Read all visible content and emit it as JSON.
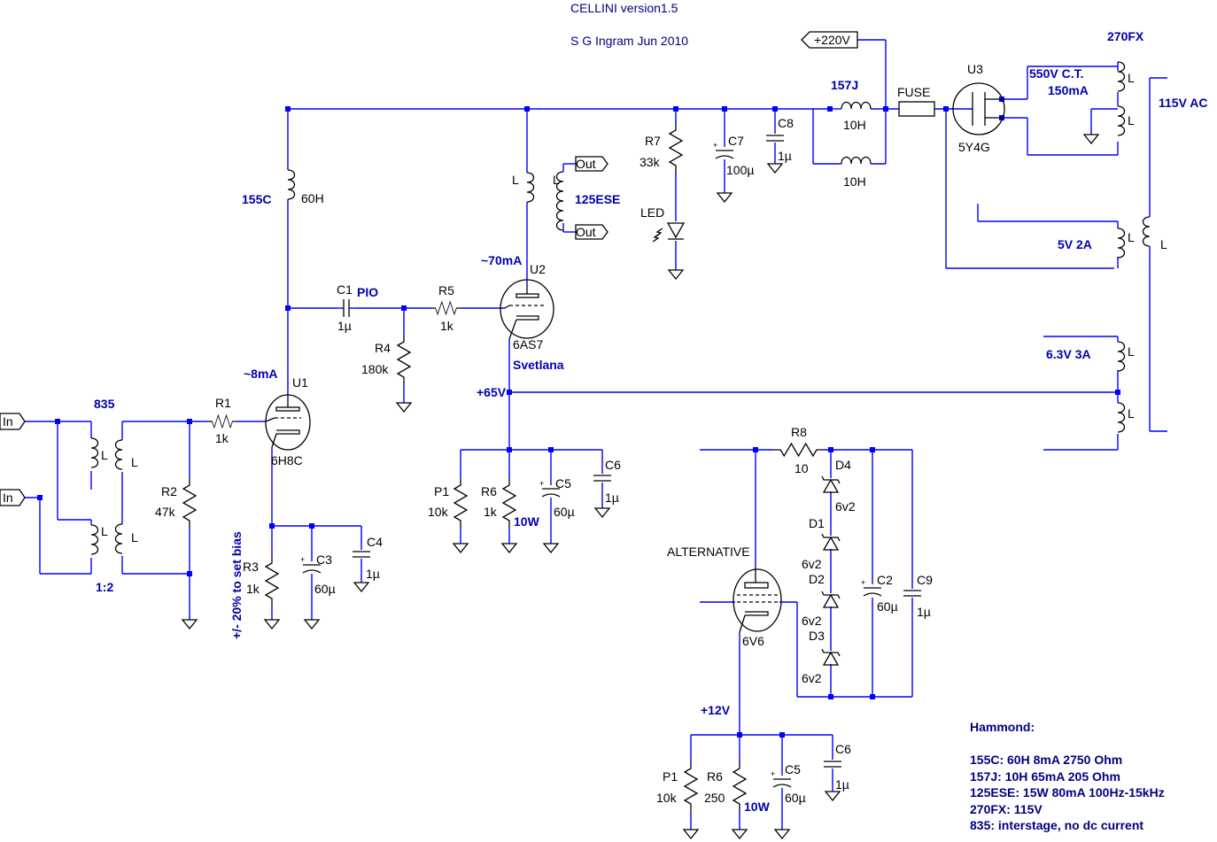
{
  "title": {
    "line1": "CELLINI version1.5",
    "line2": "S G Ingram Jun 2010"
  },
  "ports": {
    "in1": "In",
    "in2": "In",
    "out1": "Out",
    "out2": "Out",
    "b220": "+220V"
  },
  "labels": {
    "t835": "835",
    "ratio": "1:2",
    "L": "L",
    "c155": "155C",
    "h60": "60H",
    "j157": "157J",
    "h10a": "10H",
    "h10b": "10H",
    "fuse": "FUSE",
    "fx270": "270FX",
    "ct550": "550V C.T.",
    "ma150": "150mA",
    "ac115": "115V AC",
    "v5": "5V 2A",
    "v63": "6.3V 3A",
    "ese125": "125ESE",
    "ma70": "~70mA",
    "ma8": "~8mA",
    "v65": "+65V",
    "v12": "+12V",
    "pio": "PIO",
    "bias": "+/- 20% to set bias",
    "alt": "ALTERNATIVE",
    "led": "LED",
    "w10a": "10W",
    "w10b": "10W"
  },
  "components": {
    "U1": "U1",
    "U1v": "6H8C",
    "U2": "U2",
    "U2v": "6AS7",
    "U2m": "Svetlana",
    "U3": "U3",
    "U3v": "5Y4G",
    "V6": "6V6",
    "R1": "R1",
    "R1v": "1k",
    "R2": "R2",
    "R2v": "47k",
    "R3": "R3",
    "R3v": "1k",
    "R4": "R4",
    "R4v": "180k",
    "R5": "R5",
    "R5v": "1k",
    "R6": "R6",
    "R6v": "1k",
    "R6b": "R6",
    "R6bv": "250",
    "R7": "R7",
    "R7v": "33k",
    "R8": "R8",
    "R8v": "10",
    "P1": "P1",
    "P1v": "10k",
    "P1b": "P1",
    "P1bv": "10k",
    "C1": "C1",
    "C1v": "1µ",
    "C2": "C2",
    "C2v": "60µ",
    "C3": "C3",
    "C3v": "60µ",
    "C4": "C4",
    "C4v": "1µ",
    "C5": "C5",
    "C5v": "60µ",
    "C5b": "C5",
    "C5bv": "60µ",
    "C6": "C6",
    "C6v": "1µ",
    "C6b": "C6",
    "C6bv": "1µ",
    "C7": "C7",
    "C7v": "100µ",
    "C8": "C8",
    "C8v": "1µ",
    "C9": "C9",
    "C9v": "1µ",
    "D1": "D1",
    "D1v": "6v2",
    "D2": "D2",
    "D2v": "6v2",
    "D3": "D3",
    "D3v": "6v2",
    "D4": "D4",
    "D4v": "6v2"
  },
  "notes": {
    "head": "Hammond:",
    "l1": "155C: 60H 8mA 2750 Ohm",
    "l2": "157J: 10H 65mA 205 Ohm",
    "l3": "125ESE: 15W 80mA 100Hz-15kHz",
    "l4": "270FX: 115V",
    "l5": "835: interstage, no dc current"
  }
}
